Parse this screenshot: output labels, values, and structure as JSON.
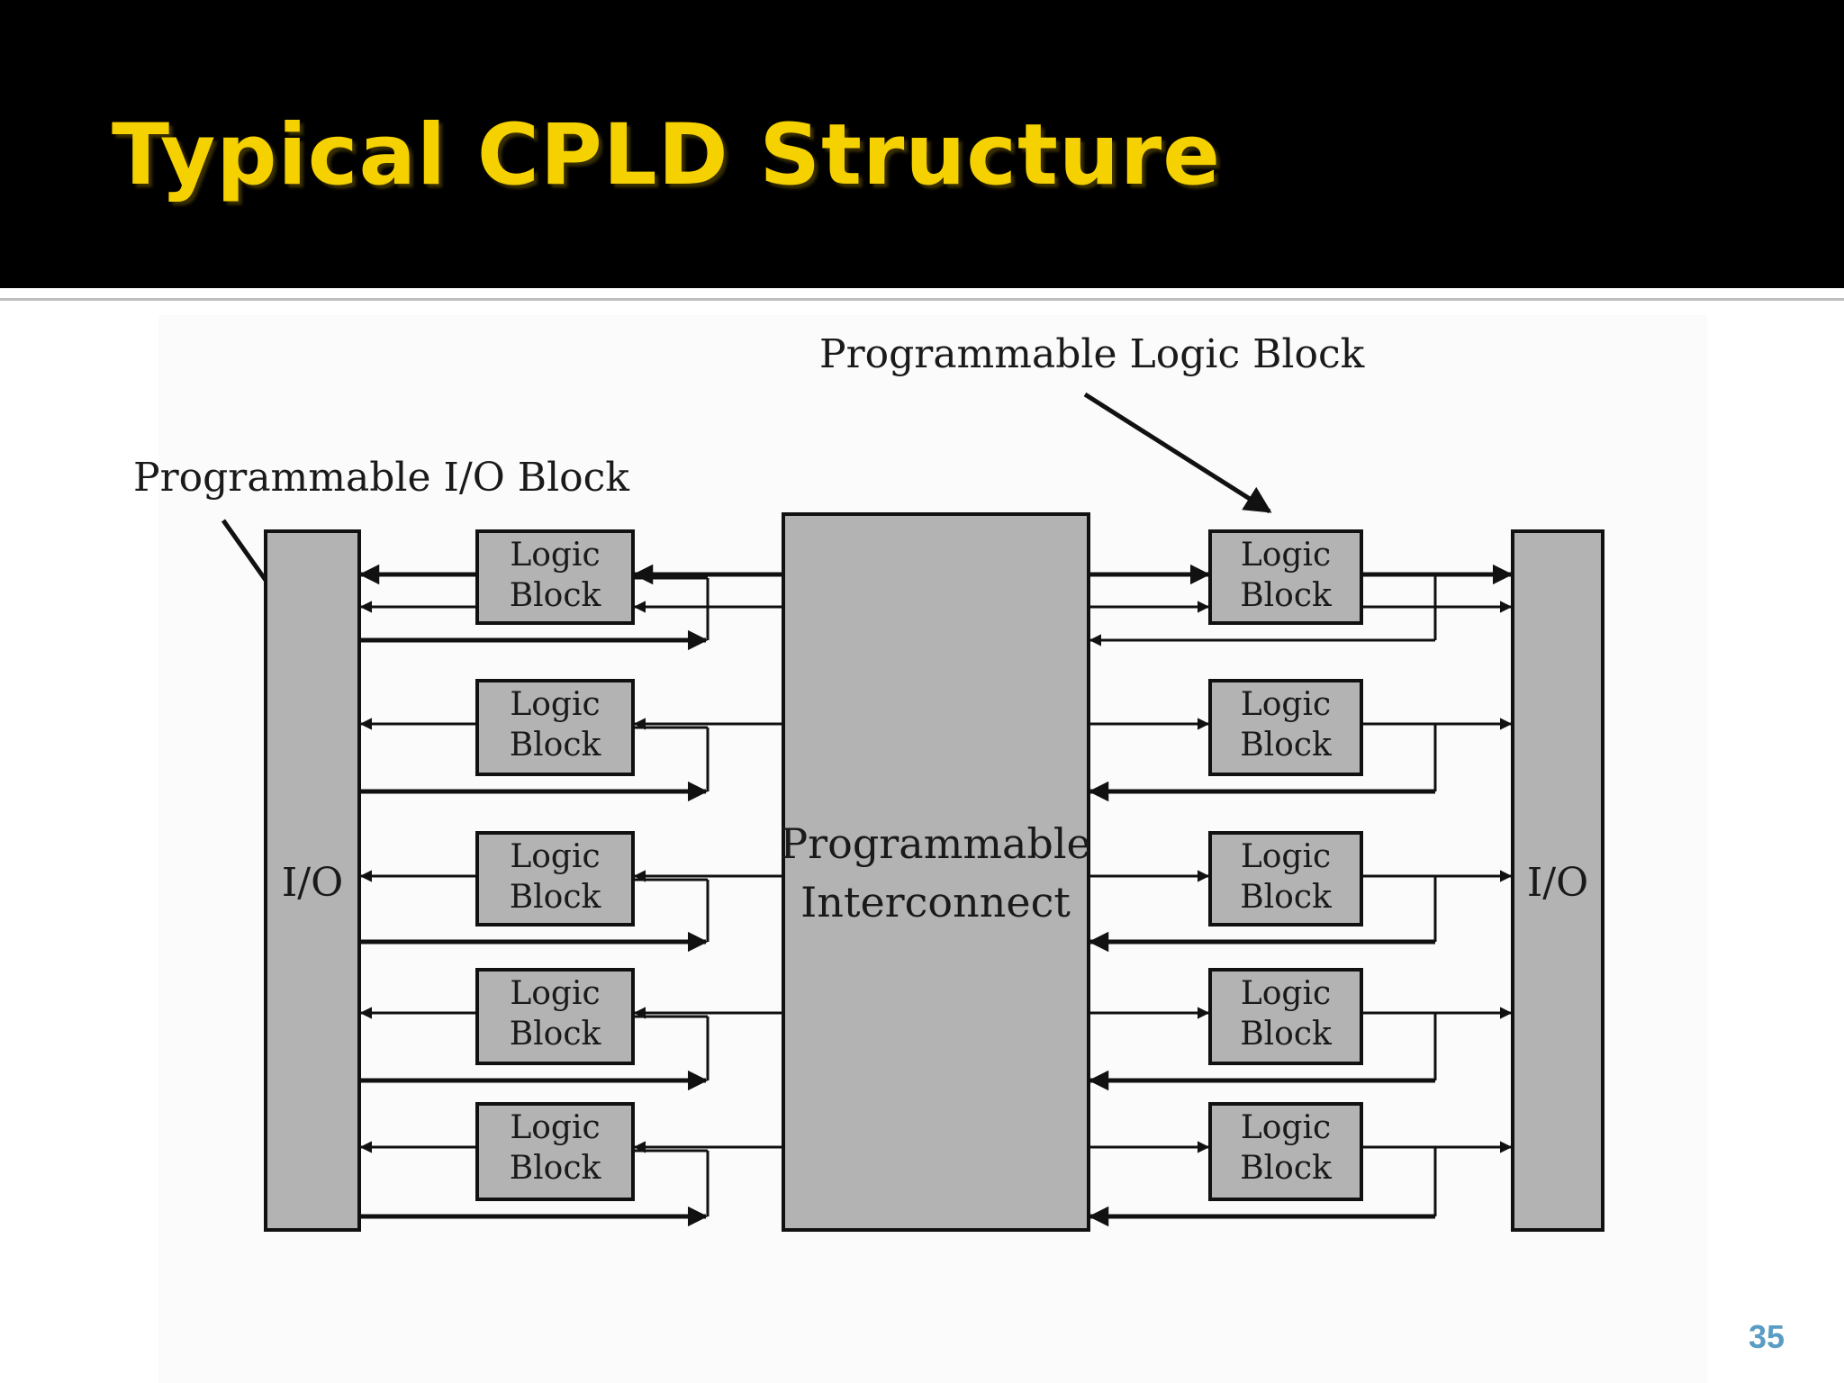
{
  "slide": {
    "title": "Typical CPLD Structure",
    "page_number": "35"
  },
  "diagram": {
    "callout_logic_block": "Programmable Logic Block",
    "callout_io_block": "Programmable I/O Block",
    "io_left_label": "I/O",
    "io_right_label": "I/O",
    "interconnect_line1": "Programmable",
    "interconnect_line2": "Interconnect",
    "logic_block_line1": "Logic",
    "logic_block_line2": "Block",
    "left_blocks": [
      "lb-l1",
      "lb-l2",
      "lb-l3",
      "lb-l4",
      "lb-l5"
    ],
    "right_blocks": [
      "lb-r1",
      "lb-r2",
      "lb-r3",
      "lb-r4",
      "lb-r5"
    ]
  },
  "colors": {
    "title_text": "#f5d100",
    "title_bar": "#000000",
    "block_fill": "#b3b3b3",
    "line": "#111111",
    "page_number": "#5a9cc4"
  }
}
